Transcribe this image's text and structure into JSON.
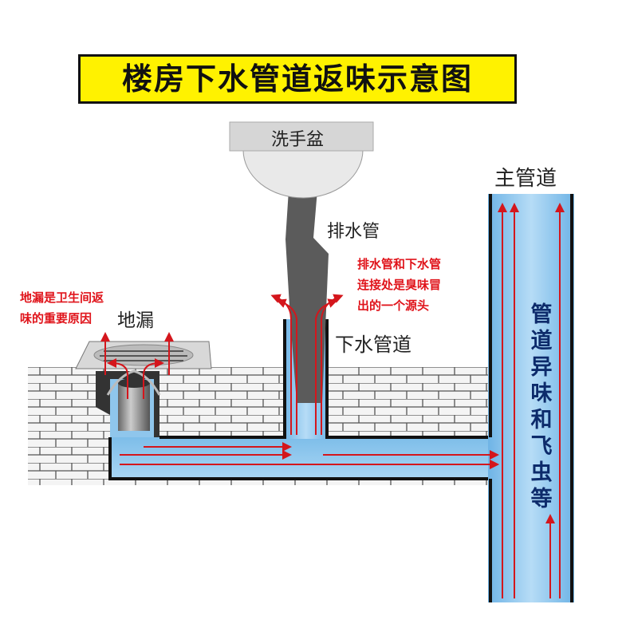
{
  "title": "楼房下水管道返味示意图",
  "labels": {
    "basin": "洗手盆",
    "main_pipe": "主管道",
    "drain_pipe": "排水管",
    "sewer_pipe": "下水管道",
    "floor_drain": "地漏",
    "joint_note": [
      "排水管和下水管",
      "连接处是臭味冒",
      "出的一个源头"
    ],
    "floor_drain_note": [
      "地漏是卫生间返",
      "味的重要原因"
    ],
    "main_pipe_note": "管道异味和飞虫等"
  },
  "colors": {
    "title_bg": "#fff200",
    "pipe_water": "#8ec8ee",
    "arrow": "#d4161c",
    "note_text": "#e0141b"
  }
}
